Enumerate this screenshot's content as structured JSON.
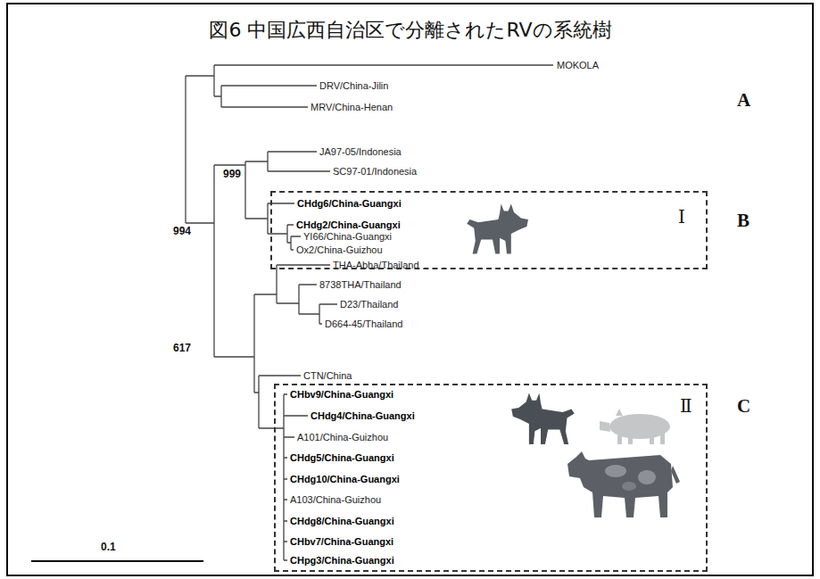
{
  "diagram": {
    "title": "図6 中国広西自治区で分離されたRVの系統樹",
    "nodes": [
      {
        "text": [
          "CHdg6/China-Guangxi",
          "CHdg2/China-Guangxi",
          "YI66/China-Guangxi",
          "Ox2/China-Guizhou",
          "Ⅰ"
        ]
      },
      {
        "text": [
          "CHbv9/China-Guangxi",
          "CHdg4/China-Guangxi",
          "A101/China-Guizhou",
          "CHdg5/China-Guangxi",
          "CHdg10/China-Guangxi",
          "A103/China-Guizhou",
          "CHdg8/China-Guangxi",
          "CHbv7/China-Guangxi",
          "CHpg3/China-Guangxi",
          "Ⅱ"
        ]
      }
    ],
    "labels": [
      "MOKOLA",
      "DRV/China-Jilin",
      "MRV/China-Henan",
      "JA97-05/Indonesia",
      "SC97-01/Indonesia",
      "THA-Abha/Thailand",
      "8738THA/Thailand",
      "D23/Thailand",
      "D664-45/Thailand",
      "CTN/China",
      "999",
      "994",
      "617",
      "A",
      "B",
      "C",
      "0.1"
    ]
  }
}
